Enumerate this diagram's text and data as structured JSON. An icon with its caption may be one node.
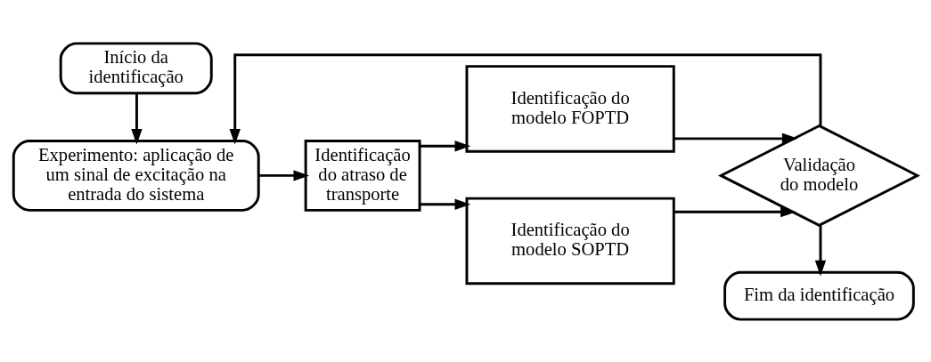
{
  "diagram": {
    "nodes": [
      {
        "text": [
          "Experimento: aplicação de um sinal de excitação na entrada do sistema"
        ]
      },
      {
        "text": [
          "Início da identificação"
        ]
      },
      {
        "text": [
          "Identificação do atraso de transporte"
        ]
      },
      {
        "text": [
          "Identificação do modelo FOPTD"
        ]
      },
      {
        "text": [
          "Identificação do modelo SOPTD"
        ]
      },
      {
        "text": [
          "Validação do modelo"
        ]
      },
      {
        "text": [
          "Fim da identificação"
        ]
      }
    ],
    "edges": [
      {
        "from": 1,
        "to": 0,
        "arrow": "to"
      },
      {
        "from": 0,
        "to": 2,
        "arrow": "to"
      },
      {
        "from": 2,
        "to": 3,
        "arrow": "to"
      },
      {
        "from": 2,
        "to": 4,
        "arrow": "to"
      },
      {
        "from": 3,
        "to": 5,
        "arrow": "to"
      },
      {
        "from": 4,
        "to": 5,
        "arrow": "to"
      },
      {
        "from": 5,
        "to": 0,
        "arrow": "to"
      },
      {
        "from": 5,
        "to": 6,
        "arrow": "to"
      }
    ]
  }
}
